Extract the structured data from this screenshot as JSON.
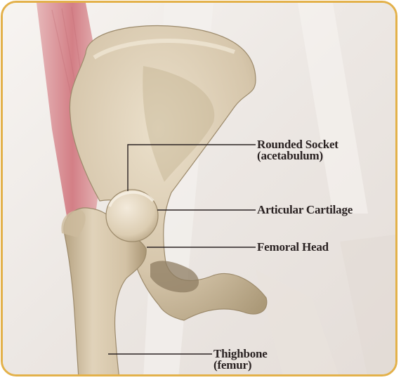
{
  "labels": {
    "socket": {
      "line1": "Rounded Socket",
      "line2": "(acetabulum)"
    },
    "cartilage": {
      "line1": "Articular Cartilage"
    },
    "head": {
      "line1": "Femoral Head"
    },
    "thighbone": {
      "line1": "Thighbone",
      "line2": "(femur)"
    }
  },
  "colors": {
    "frame_border": "#e3b14a",
    "bone": "#d9cbb3",
    "bone_shadow": "#a8967a",
    "muscle": "#d98a8f",
    "background": "#f1eeeb",
    "leader_line": "#2a2222"
  }
}
